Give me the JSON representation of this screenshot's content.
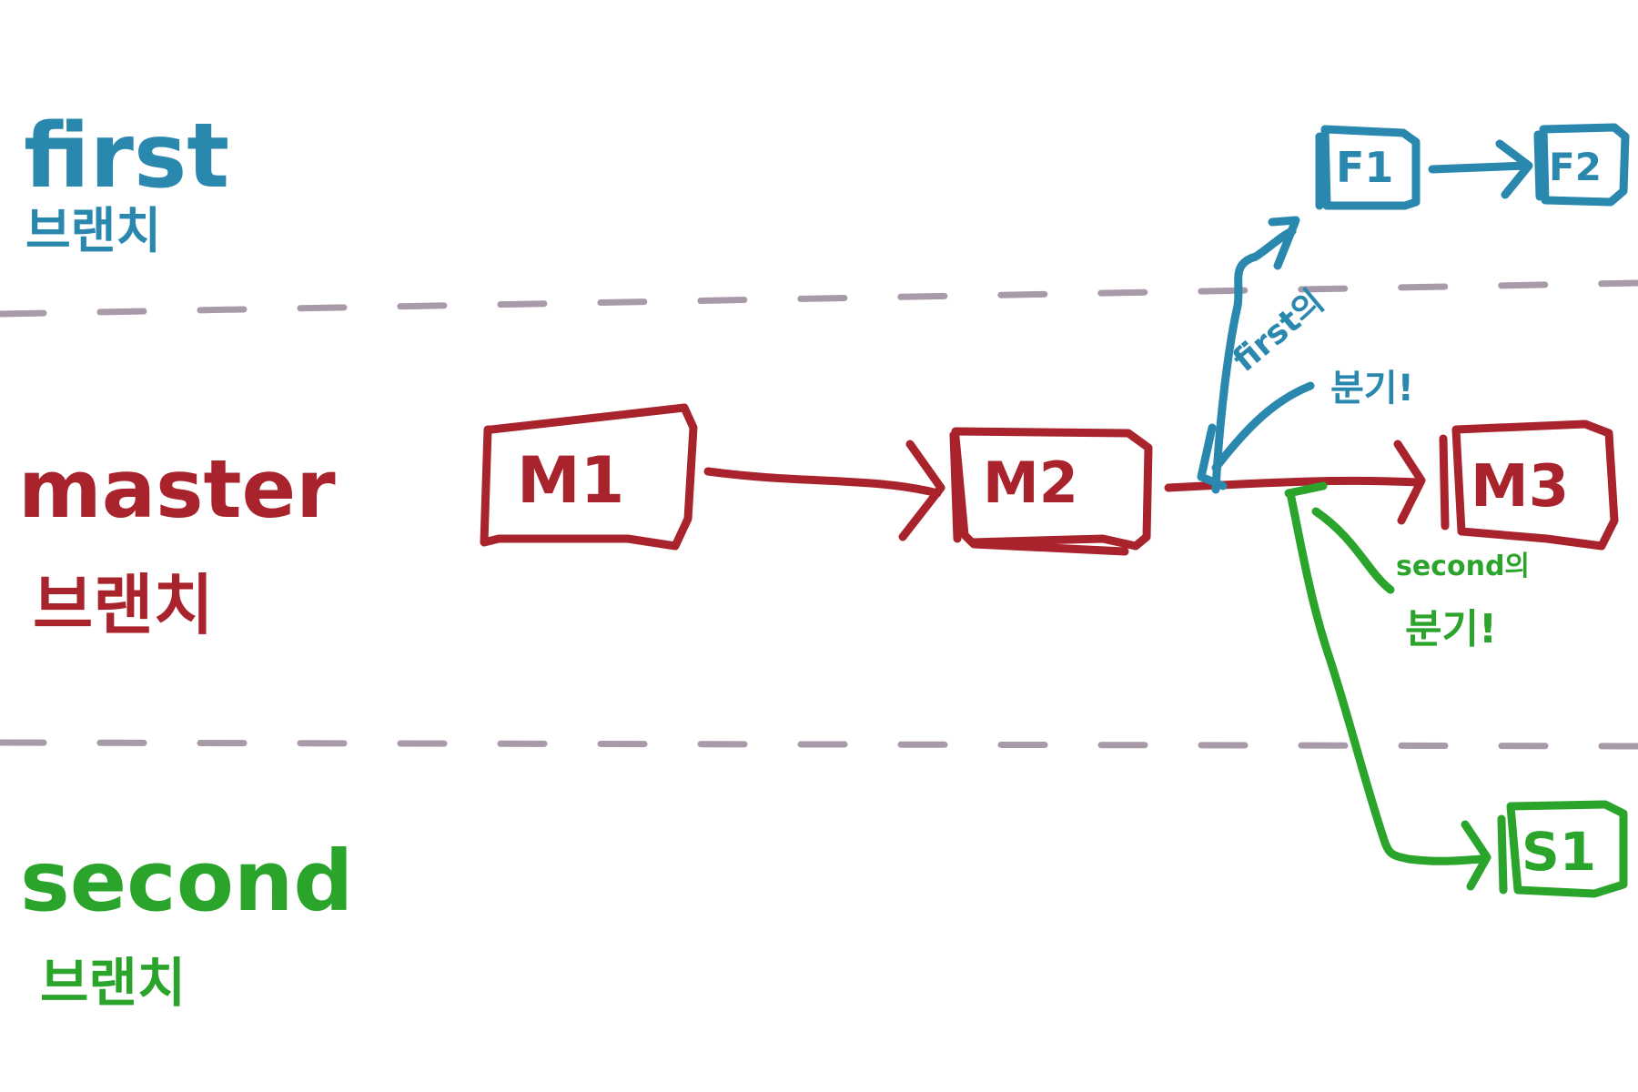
{
  "colors": {
    "first": "#2a87ae",
    "master": "#a8232b",
    "second": "#2ba42b",
    "divider": "#a89aa8"
  },
  "lanes": {
    "first": {
      "title": "first",
      "subtitle": "브랜치"
    },
    "master": {
      "title": "master",
      "subtitle": "브랜치"
    },
    "second": {
      "title": "second",
      "subtitle": "브랜치"
    }
  },
  "nodes": {
    "m1": "M1",
    "m2": "M2",
    "m3": "M3",
    "f1": "F1",
    "f2": "F2",
    "s1": "S1"
  },
  "annotations": {
    "first_branch_word": "first의",
    "first_branch_action": "분기!",
    "second_branch_word": "second의",
    "second_branch_action": "분기!"
  }
}
